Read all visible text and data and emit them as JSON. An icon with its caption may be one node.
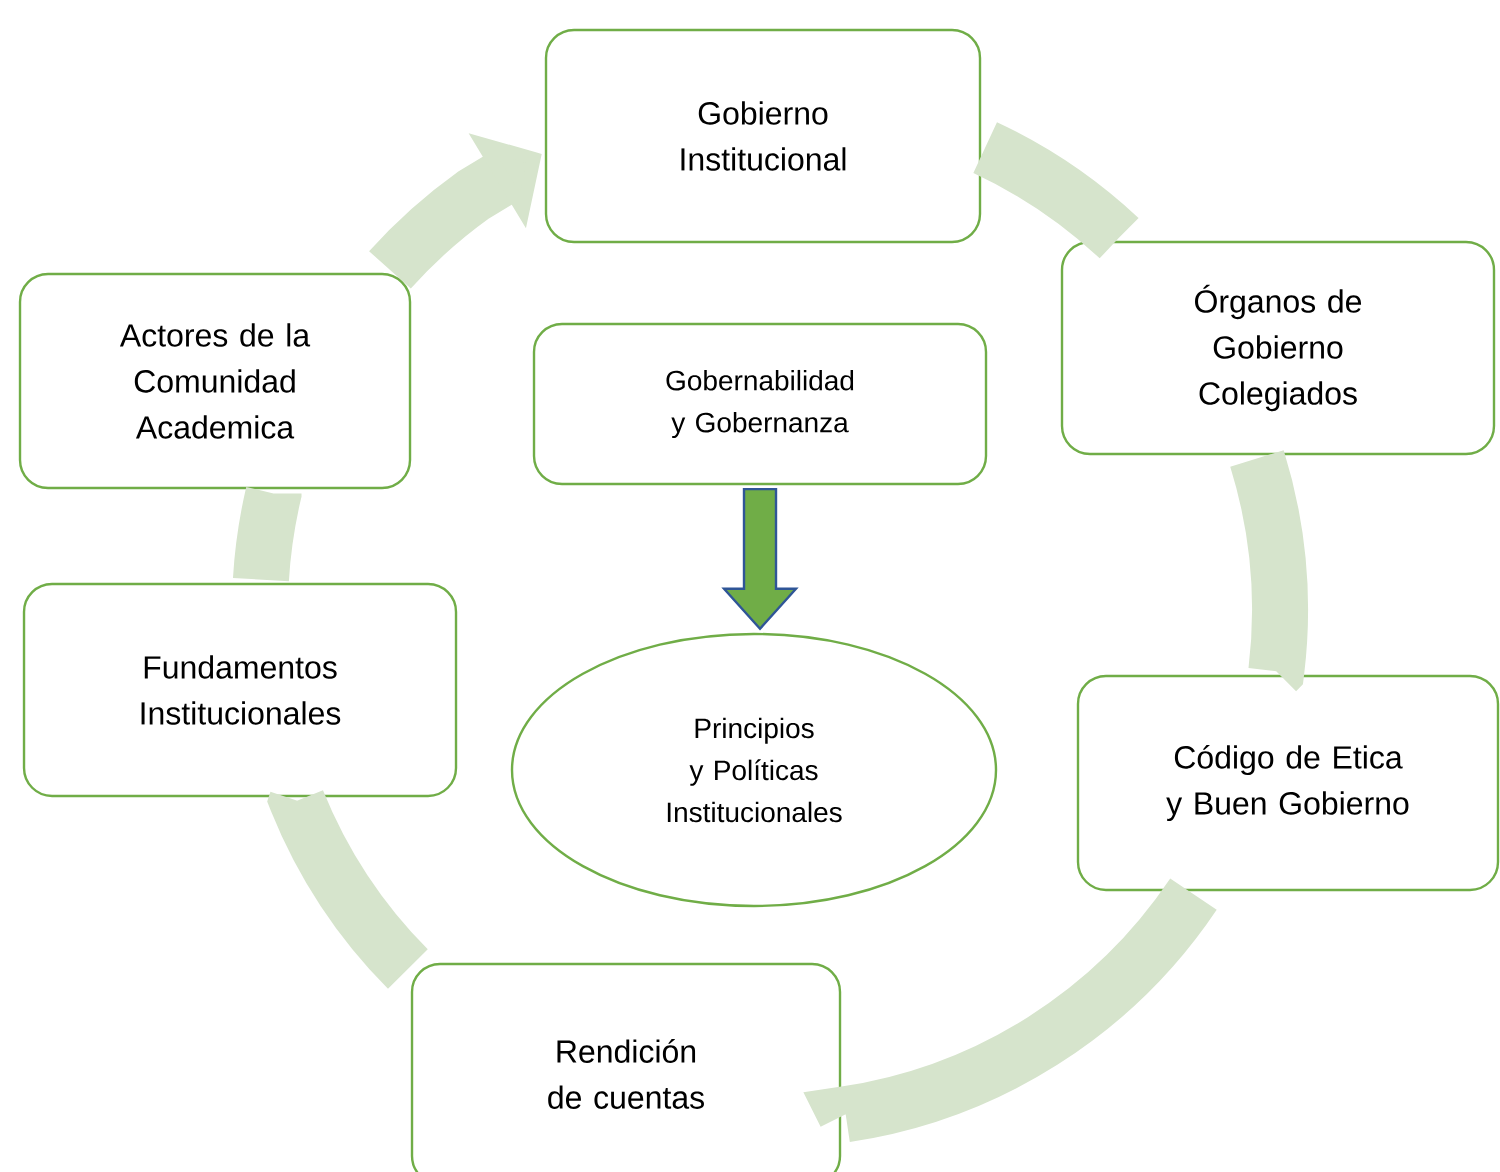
{
  "diagram": {
    "nodes": [
      {
        "text": [
          "Gobierno Institucional"
        ]
      },
      {
        "text": [
          "Órganos de Gobierno Colegiados"
        ]
      },
      {
        "text": [
          "Código de Etica y Buen Gobierno"
        ]
      },
      {
        "text": [
          "Rendición de cuentas"
        ]
      },
      {
        "text": [
          "Fundamentos Institucionales"
        ]
      },
      {
        "text": [
          "Actores de la Comunidad Academica"
        ]
      },
      {
        "text": [
          "Gobernabilidad y Gobernanza"
        ]
      },
      {
        "text": [
          "Principios y Políticas Institucionales"
        ]
      }
    ],
    "edges": [
      {
        "from": 0,
        "to": 1,
        "arrow": "none"
      },
      {
        "from": 1,
        "to": 2,
        "arrow": "none"
      },
      {
        "from": 2,
        "to": 3,
        "arrow": "none"
      },
      {
        "from": 3,
        "to": 4,
        "arrow": "none"
      },
      {
        "from": 4,
        "to": 5,
        "arrow": "none"
      },
      {
        "from": 5,
        "to": 0,
        "arrow": "to"
      },
      {
        "from": 6,
        "to": 7,
        "arrow": "to",
        "color": "#70ad47"
      }
    ]
  }
}
